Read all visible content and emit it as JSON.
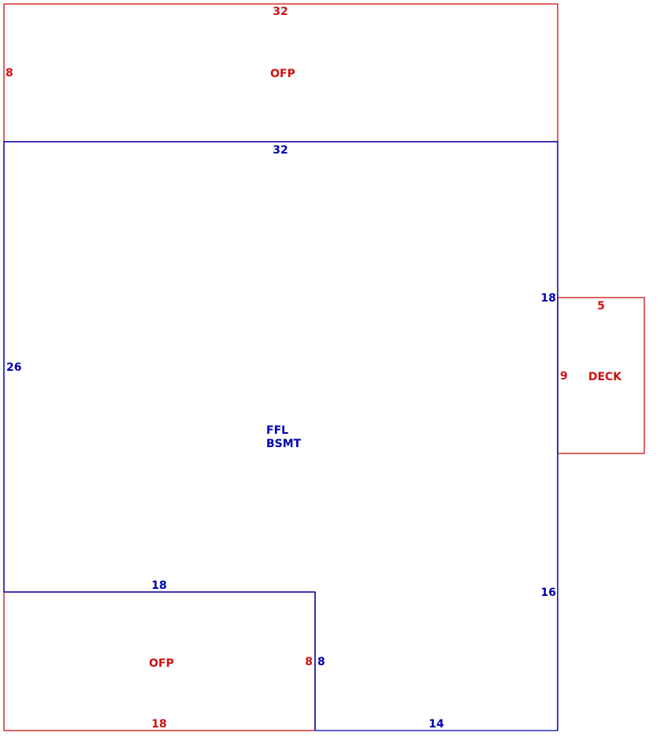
{
  "colors": {
    "main": "#0000b0",
    "addition": "#d01010"
  },
  "areas": {
    "top_porch": {
      "name": "OFP",
      "width": "32",
      "depth": "8"
    },
    "main_house": {
      "name_line1": "FFL",
      "name_line2": "BSMT",
      "top_width": "32",
      "left_side": "26",
      "right_upper": "18",
      "right_lower": "16",
      "bottom_left": "18",
      "bottom_right": "14",
      "notch_side": "8"
    },
    "deck": {
      "name": "DECK",
      "width": "5",
      "depth": "9"
    },
    "bottom_porch": {
      "name": "OFP",
      "width": "18",
      "depth": "8"
    }
  }
}
